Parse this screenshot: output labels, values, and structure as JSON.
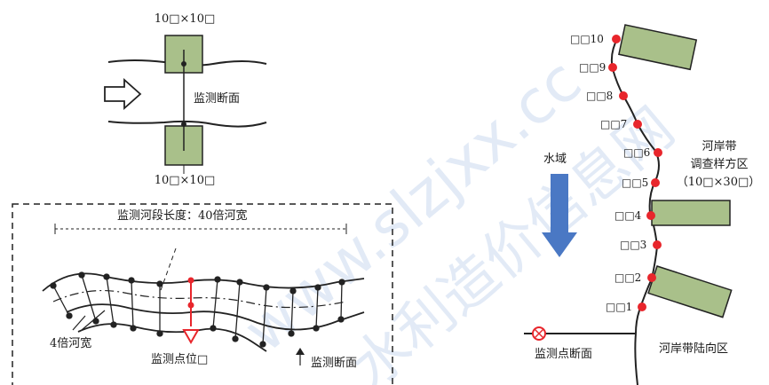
{
  "top_section": {
    "top_plot_label": "10□×10□",
    "bottom_plot_label": "10□×10□",
    "cross_section_label": "监测断面"
  },
  "reach_section": {
    "length_label": "监测河段长度：40倍河宽",
    "width_label": "4倍河宽",
    "point_label": "监测点位□",
    "section_label": "监测断面"
  },
  "bank_section": {
    "point_labels": [
      "□□10",
      "□□9",
      "□□8",
      "□□7",
      "□□6",
      "□□5",
      "□□4",
      "□□3",
      "□□2",
      "□□1"
    ],
    "water_label": "水域",
    "plot_title_line1": "河岸带",
    "plot_title_line2": "调查样方区",
    "plot_title_line3": "（10□×30□）",
    "monitor_section_label": "监测点断面",
    "land_label": "河岸带陆向区"
  },
  "watermark": {
    "line1": "www.slzjxx.cc",
    "line2": "水利造价信息网"
  },
  "colors": {
    "plot_fill": "#a9c08a",
    "point_red": "#e8262c",
    "water_arrow": "#4a78c4",
    "watermark": "#c9d8ee"
  }
}
